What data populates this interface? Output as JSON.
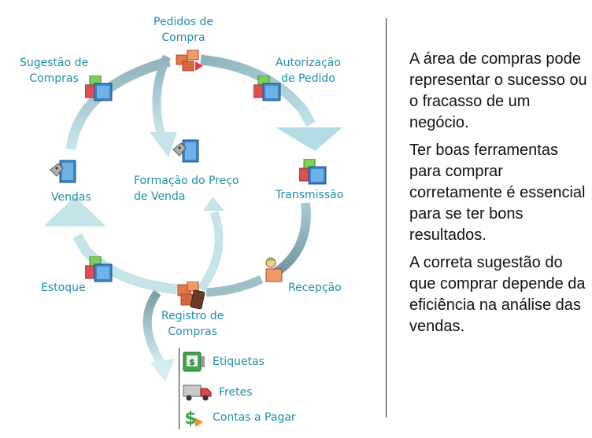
{
  "diagram": {
    "nodes": {
      "pedidos": {
        "label": "Pedidos de\nCompra",
        "icon": "purchase-order-boxes-icon"
      },
      "autorizacao": {
        "label": "Autorização\nde Pedido",
        "icon": "boxes-icon"
      },
      "sugestao": {
        "label": "Sugestão de\nCompras",
        "icon": "boxes-icon"
      },
      "formacao": {
        "label": "Formação do Preço\nde Venda",
        "icon": "price-tag-box-icon"
      },
      "vendas": {
        "label": "Vendas",
        "icon": "price-tag-box-icon"
      },
      "transmissao": {
        "label": "Transmissão",
        "icon": "boxes-icon"
      },
      "estoque": {
        "label": "Estoque",
        "icon": "boxes-icon"
      },
      "recepcao": {
        "label": "Recepção",
        "icon": "person-with-box-icon"
      },
      "registro": {
        "label": "Registro de\nCompras",
        "icon": "boxes-with-book-icon"
      }
    },
    "sub_items": [
      {
        "label": "Etiquetas",
        "icon": "label-printer-icon"
      },
      {
        "label": "Fretes",
        "icon": "truck-icon"
      },
      {
        "label": "Contas a Pagar",
        "icon": "dollar-sign-icon"
      }
    ],
    "colors": {
      "label": "#1f8fa6",
      "arrow_light": "#b3dde5",
      "arrow_dark": "#7a9ea8"
    }
  },
  "text_panel": {
    "paragraphs": [
      "A área de compras pode representar o sucesso ou o fracasso de um negócio.",
      "Ter boas ferramentas para comprar corretamente é essencial para se ter bons resultados.",
      "A correta sugestão do que comprar depende da  eficiência na análise das vendas."
    ]
  }
}
